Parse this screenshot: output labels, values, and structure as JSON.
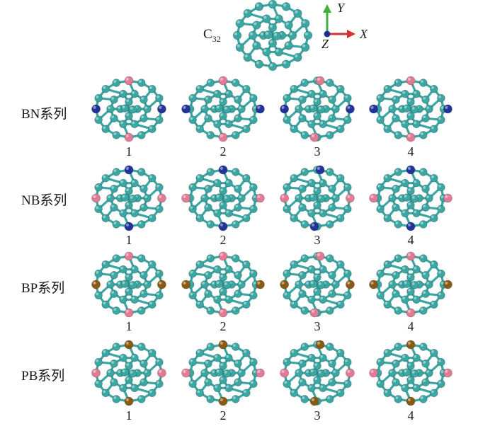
{
  "header": {
    "c32_label_main": "C",
    "c32_label_sub": "32",
    "axis_y": "Y",
    "axis_x": "X",
    "axis_z": "Z"
  },
  "rows": [
    {
      "label": "BN系列",
      "pair": [
        "#e07a95",
        "#24339a"
      ],
      "numbers": [
        "1",
        "2",
        "3",
        "4"
      ]
    },
    {
      "label": "NB系列",
      "pair": [
        "#24339a",
        "#e07a95"
      ],
      "numbers": [
        "1",
        "2",
        "3",
        "4"
      ]
    },
    {
      "label": "BP系列",
      "pair": [
        "#e07a95",
        "#8a5a14"
      ],
      "numbers": [
        "1",
        "2",
        "3",
        "4"
      ]
    },
    {
      "label": "PB系列",
      "pair": [
        "#8a5a14",
        "#e07a95"
      ],
      "numbers": [
        "1",
        "2",
        "3",
        "4"
      ]
    }
  ],
  "colors": {
    "carbon": "#3aa7a3",
    "carbon_dark": "#1f6e6c",
    "boron": "#e07a95",
    "nitrogen": "#24339a",
    "phosphorus": "#8a5a14",
    "axis_y": "#3fae3f",
    "axis_x": "#d63232",
    "axis_z": "#1f2f8f"
  }
}
